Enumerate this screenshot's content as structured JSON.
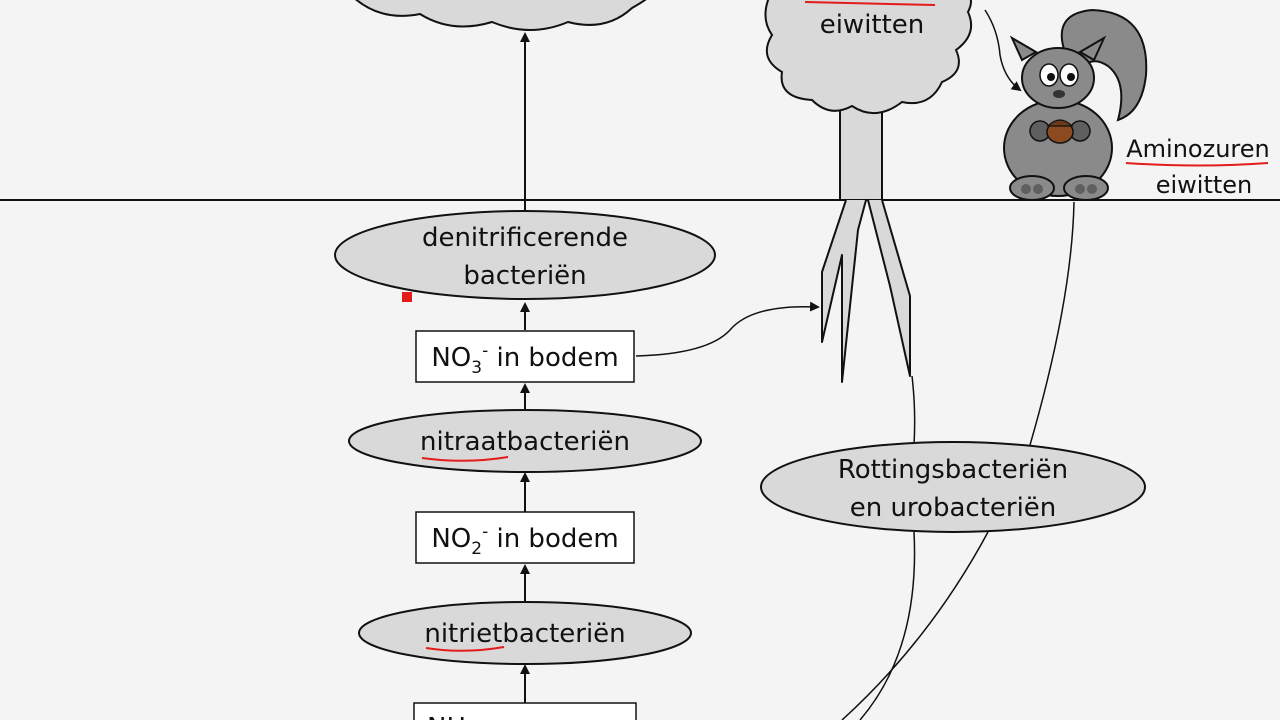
{
  "labels": {
    "tree_crown": "eiwitten",
    "squirrel_line1": "Aminozuren",
    "squirrel_line2": "eiwitten",
    "denitrify_line1": "denitrificerende",
    "denitrify_line2": "bacteriën",
    "no3_prefix": "NO",
    "no3_sub": "3",
    "no3_sup": "-",
    "no3_suffix": " in bodem",
    "nitraat_underlined": "nitraat",
    "nitraat_rest": "bacteriën",
    "no2_prefix": "NO",
    "no2_sub": "2",
    "no2_sup": "-",
    "no2_suffix": " in bodem",
    "nitriet_underlined": "nitriet",
    "nitriet_rest": "bacteriën",
    "rotting_line1": "Rottingsbacteriën",
    "rotting_line2": "en urobacteriën",
    "nh_partial": "NH"
  },
  "colors": {
    "background": "#f4f4f4",
    "node_fill": "#d9d9d9",
    "box_fill": "#ffffff",
    "line": "#111111",
    "annotation": "#e21b1b",
    "squirrel_body": "#8a8a8a",
    "squirrel_dark": "#5f5f5f",
    "acorn": "#8b4a20"
  }
}
